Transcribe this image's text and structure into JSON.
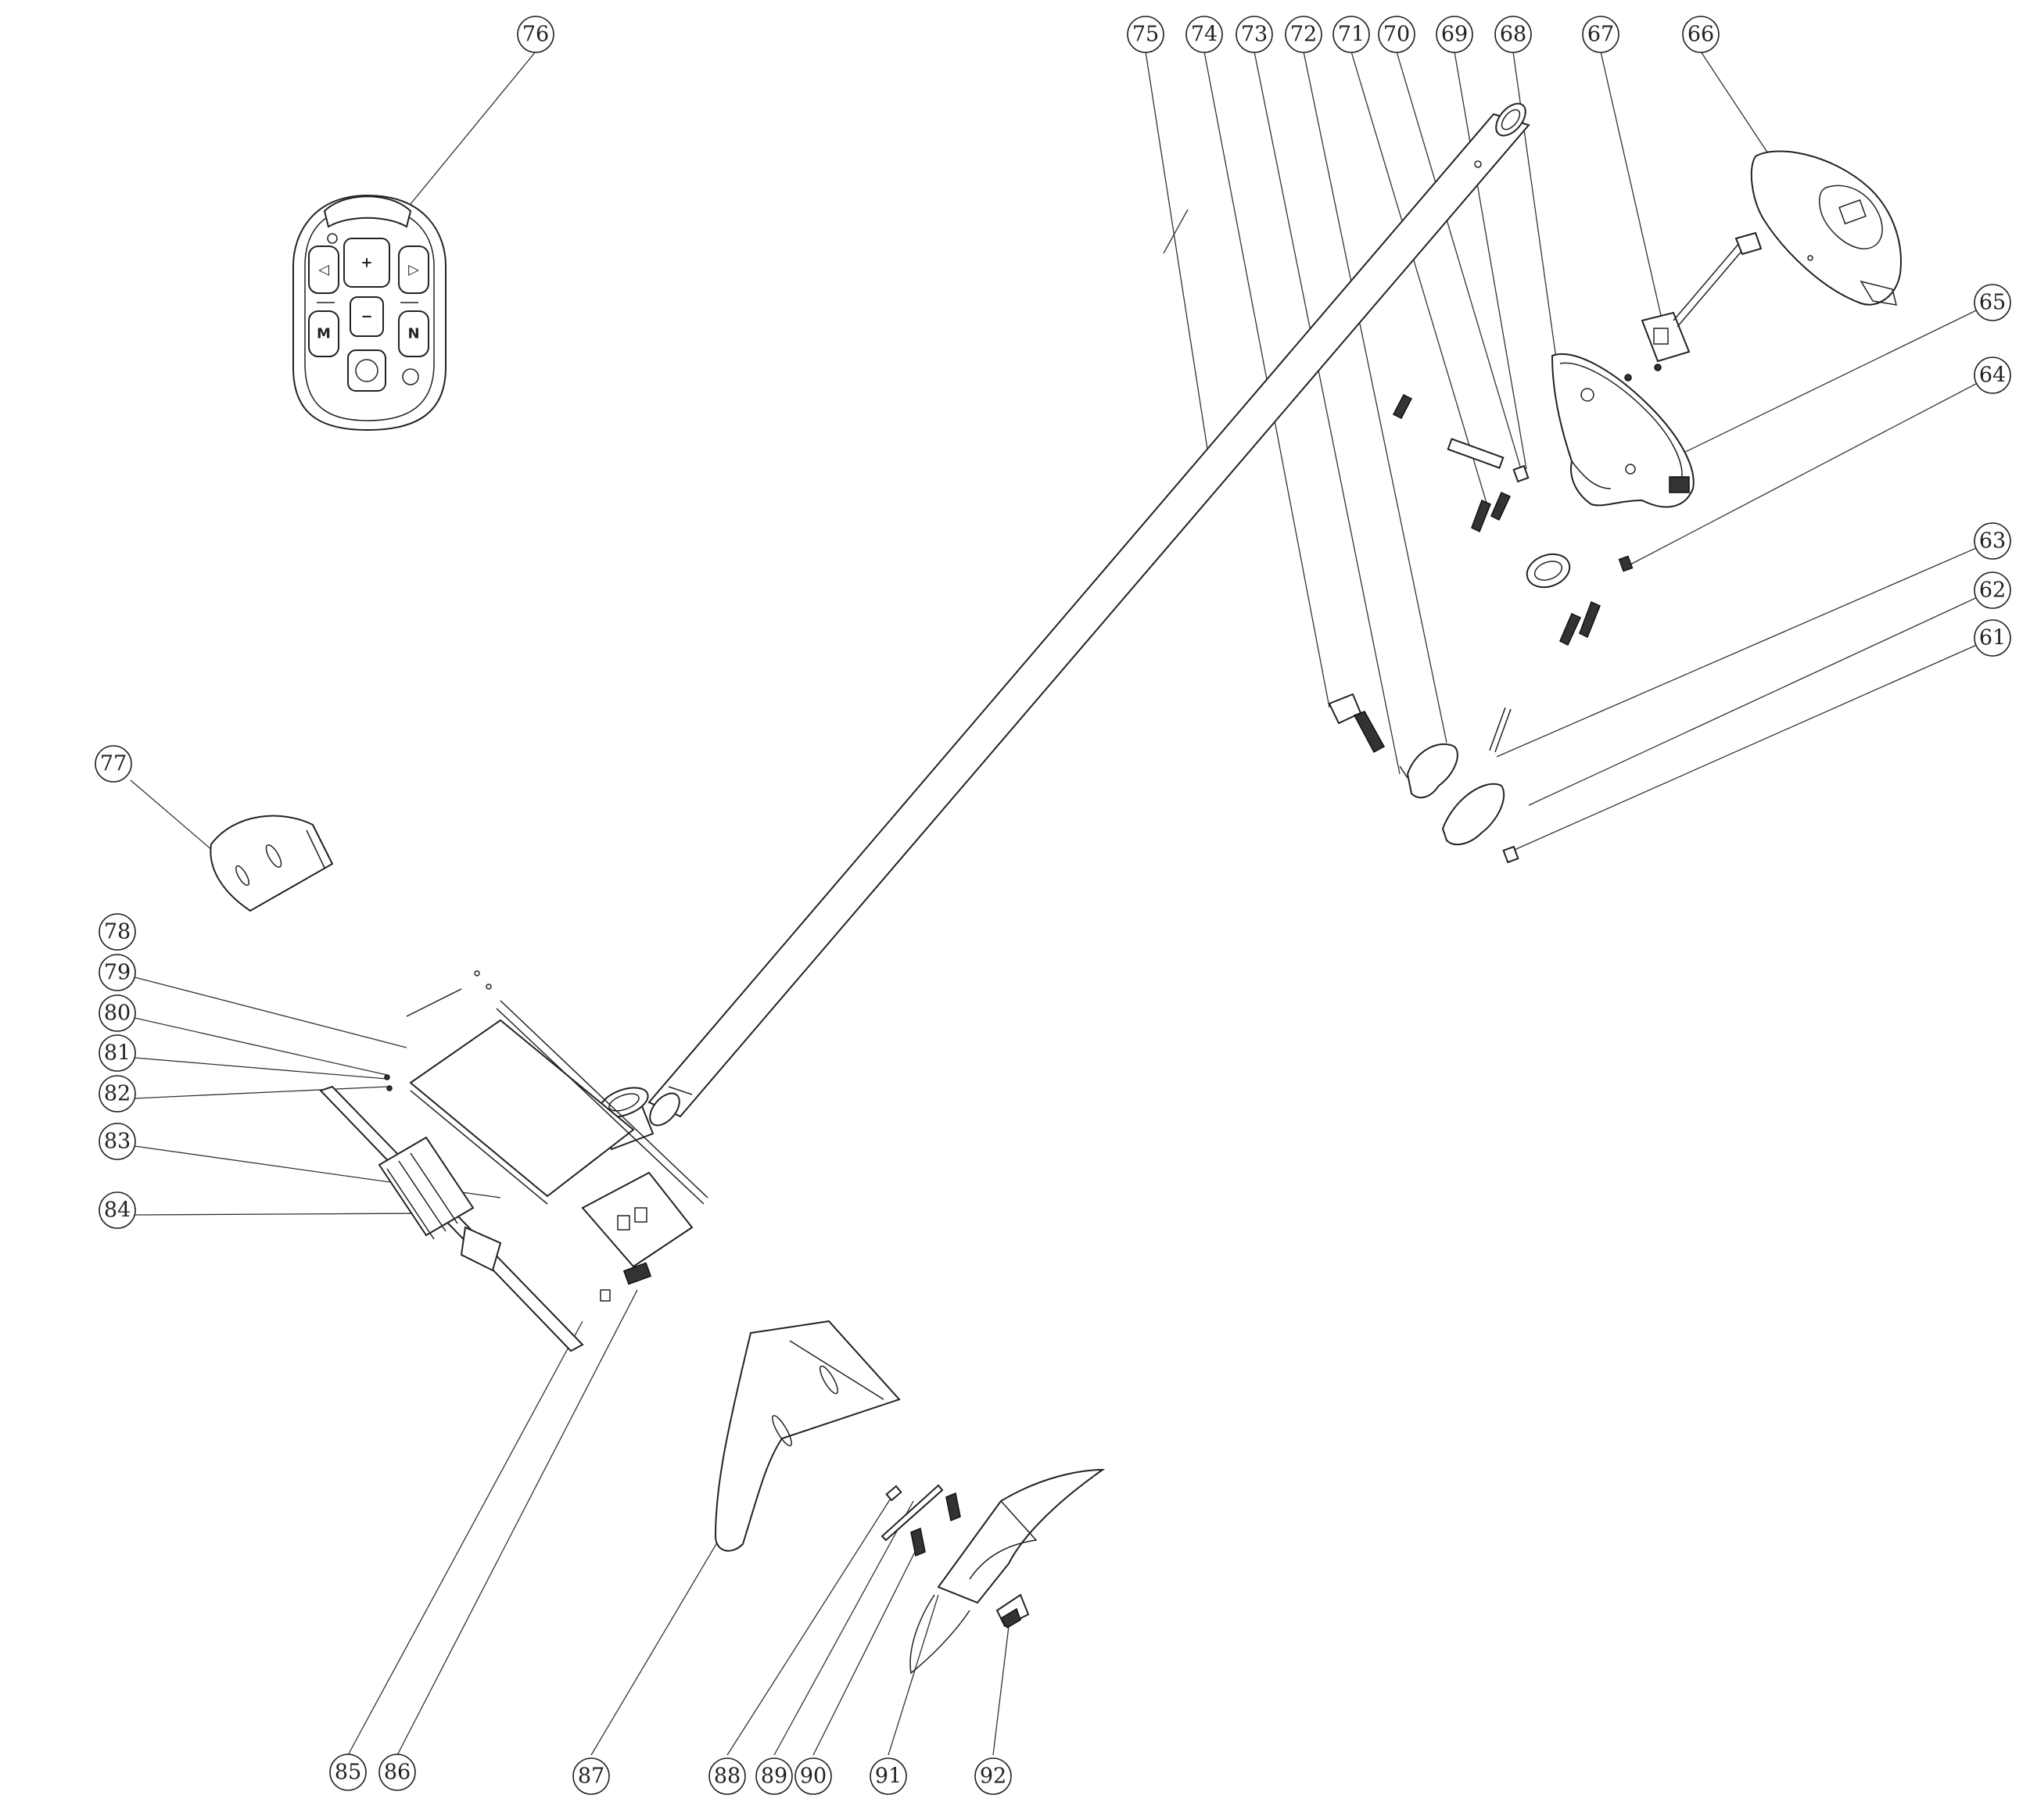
{
  "callouts": [
    {
      "id": "callout-61",
      "label": "61"
    },
    {
      "id": "callout-62",
      "label": "62"
    },
    {
      "id": "callout-63",
      "label": "63"
    },
    {
      "id": "callout-64",
      "label": "64"
    },
    {
      "id": "callout-65",
      "label": "65"
    },
    {
      "id": "callout-66",
      "label": "66"
    },
    {
      "id": "callout-67",
      "label": "67"
    },
    {
      "id": "callout-68",
      "label": "68"
    },
    {
      "id": "callout-69",
      "label": "69"
    },
    {
      "id": "callout-70",
      "label": "70"
    },
    {
      "id": "callout-71",
      "label": "71"
    },
    {
      "id": "callout-72",
      "label": "72"
    },
    {
      "id": "callout-73",
      "label": "73"
    },
    {
      "id": "callout-74",
      "label": "74"
    },
    {
      "id": "callout-75",
      "label": "75"
    },
    {
      "id": "callout-76",
      "label": "76"
    },
    {
      "id": "callout-77",
      "label": "77"
    },
    {
      "id": "callout-78",
      "label": "78"
    },
    {
      "id": "callout-79",
      "label": "79"
    },
    {
      "id": "callout-80",
      "label": "80"
    },
    {
      "id": "callout-81",
      "label": "81"
    },
    {
      "id": "callout-82",
      "label": "82"
    },
    {
      "id": "callout-83",
      "label": "83"
    },
    {
      "id": "callout-84",
      "label": "84"
    },
    {
      "id": "callout-85",
      "label": "85"
    },
    {
      "id": "callout-86",
      "label": "86"
    },
    {
      "id": "callout-87",
      "label": "87"
    },
    {
      "id": "callout-88",
      "label": "88"
    },
    {
      "id": "callout-89",
      "label": "89"
    },
    {
      "id": "callout-90",
      "label": "90"
    },
    {
      "id": "callout-91",
      "label": "91"
    },
    {
      "id": "callout-92",
      "label": "92"
    }
  ],
  "remote": {
    "button_plus": "+",
    "button_minus": "−",
    "button_left": "◁",
    "button_right": "▷",
    "button_m": "M",
    "button_n": "N"
  }
}
